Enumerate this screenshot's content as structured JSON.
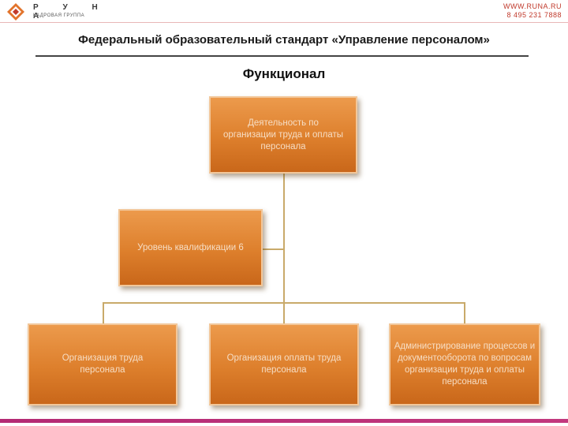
{
  "header": {
    "logo_name": "Р У Н А",
    "logo_sub": "кадровая группа",
    "website": "WWW.RUNA.RU",
    "phone": "8 495 231 7888"
  },
  "title": "Федеральный образовательный стандарт «Управление персоналом»",
  "subtitle": "Функционал",
  "org_chart": {
    "root": "Деятельность по организации труда и оплаты персонала",
    "level": "Уровень квалификации 6",
    "children": [
      "Организация труда персонала",
      "Организация оплаты труда персонала",
      "Администрирование процессов и документооборота по вопросам организации труда и оплаты персонала"
    ]
  },
  "colors": {
    "box_fill": "#dd7f2c",
    "box_border": "#f2c79a",
    "box_text": "#f6ddc4",
    "connector": "#c9aa6a",
    "accent_bar": "#b42a74"
  }
}
